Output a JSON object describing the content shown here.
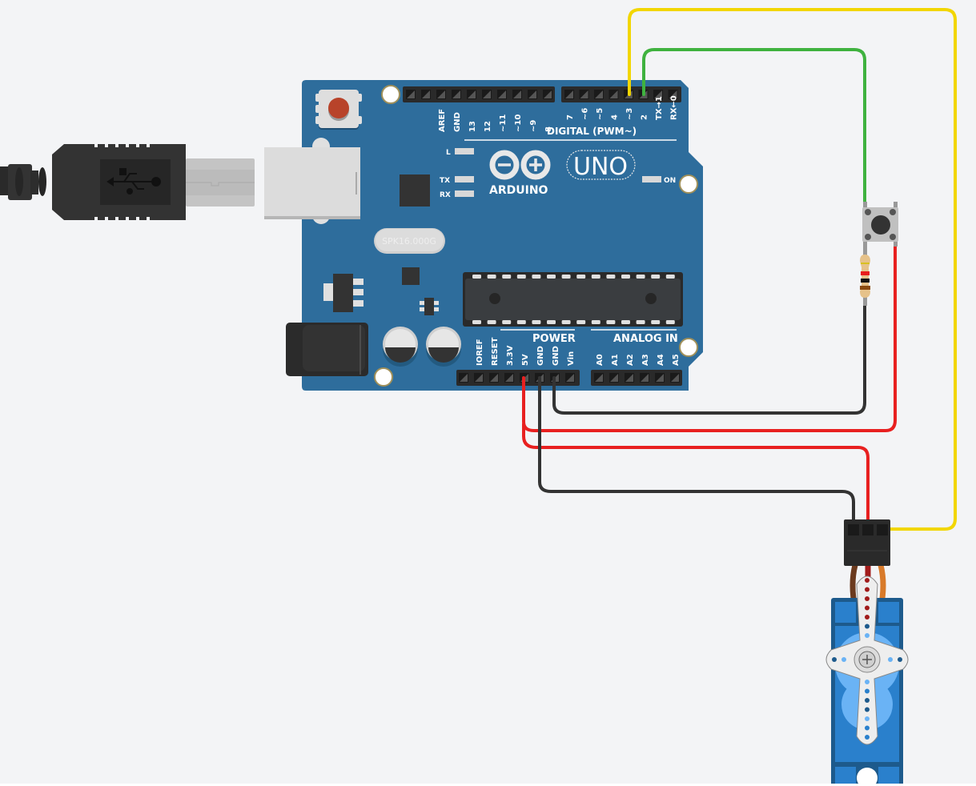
{
  "canvas": {
    "background": "#f3f4f6"
  },
  "board": {
    "name": "Arduino Uno",
    "logo_text": "ARDUINO",
    "model_text": "UNO",
    "color": "#2e6d9c",
    "crystal_label": "SPK16.000G",
    "leds": {
      "l": "L",
      "tx": "TX",
      "rx": "RX",
      "on": "ON"
    },
    "digital_header_label": "DIGITAL (PWM~)",
    "digital_pins": [
      "AREF",
      "GND",
      "13",
      "12",
      "~11",
      "~10",
      "~9",
      "8",
      "7",
      "~6",
      "~5",
      "4",
      "~3",
      "2",
      "TX→1",
      "RX←0"
    ],
    "power_header_label": "POWER",
    "power_pins": [
      "IOREF",
      "RESET",
      "3.3V",
      "5V",
      "GND",
      "GND",
      "Vin"
    ],
    "analog_header_label": "ANALOG IN",
    "analog_pins": [
      "A0",
      "A1",
      "A2",
      "A3",
      "A4",
      "A5"
    ]
  },
  "components": {
    "usb_cable": {
      "name": "USB cable",
      "icon": "usb-icon"
    },
    "pushbutton": {
      "name": "Pushbutton"
    },
    "resistor": {
      "name": "Resistor",
      "bands": [
        "#d8c020",
        "#e81c1c",
        "#111111",
        "#8a4a10"
      ]
    },
    "servo": {
      "name": "Micro servo",
      "color": "#2a80cc"
    }
  },
  "wires": [
    {
      "id": "yellow",
      "color": "#f2d600",
      "from": "D3",
      "to": "servo-signal"
    },
    {
      "id": "green",
      "color": "#3fb23f",
      "from": "D2",
      "to": "pushbutton"
    },
    {
      "id": "black-gnd1",
      "color": "#333333",
      "from": "GND",
      "to": "resistor"
    },
    {
      "id": "red-5v-button",
      "color": "#e82020",
      "from": "5V",
      "to": "pushbutton"
    },
    {
      "id": "red-5v-servo",
      "color": "#e82020",
      "from": "5V",
      "to": "servo-power"
    },
    {
      "id": "black-gnd2",
      "color": "#333333",
      "from": "GND",
      "to": "servo-ground"
    }
  ]
}
